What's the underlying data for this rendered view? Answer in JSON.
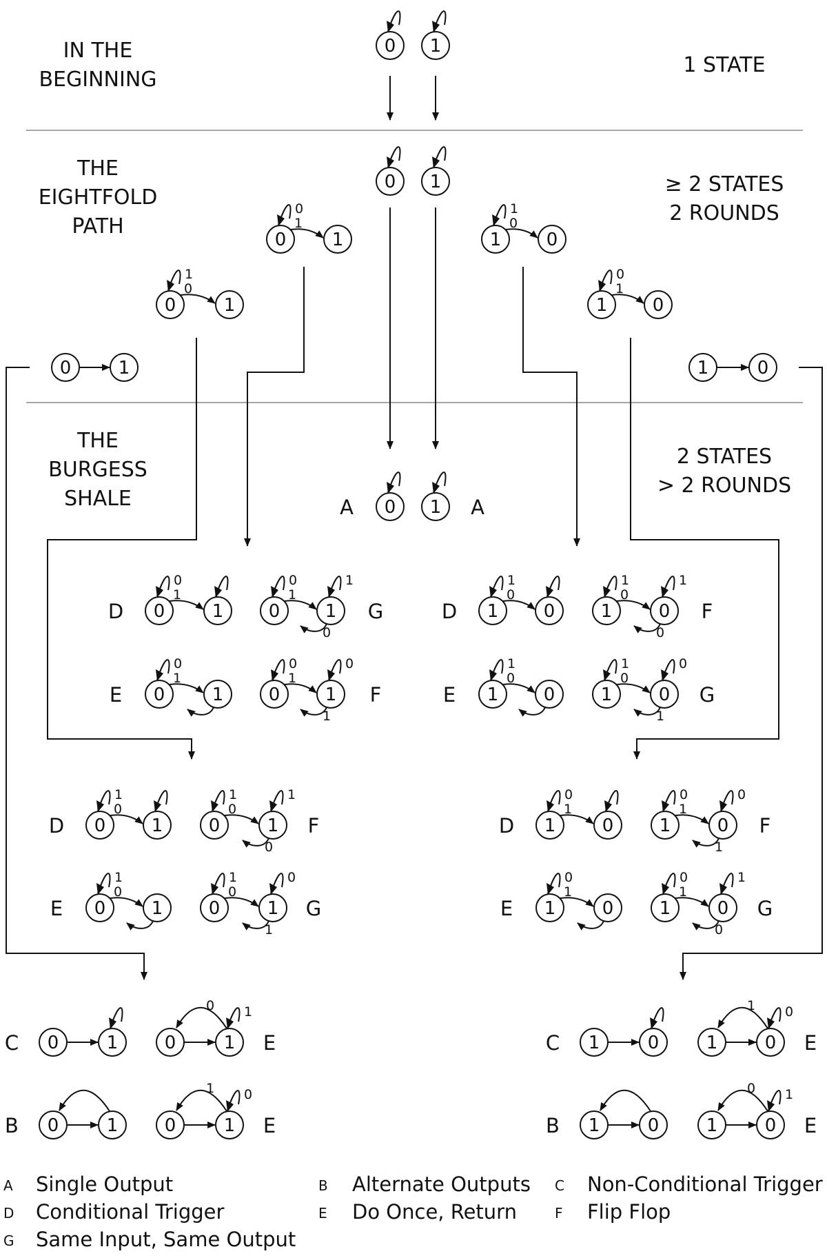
{
  "sections": {
    "beginning": {
      "title_lines": [
        "IN THE",
        "BEGINNING"
      ],
      "note_lines": [
        "1 STATE"
      ]
    },
    "eightfold": {
      "title_lines": [
        "THE",
        "EIGHTFOLD",
        "PATH"
      ],
      "note_lines": [
        "≥ 2 STATES",
        "2 ROUNDS"
      ]
    },
    "burgess": {
      "title_lines": [
        "THE",
        "BURGESS",
        "SHALE"
      ],
      "note_lines": [
        "2 STATES",
        "> 2 ROUNDS"
      ]
    }
  },
  "legend": [
    {
      "key": "A",
      "text": "Single Output"
    },
    {
      "key": "B",
      "text": "Alternate Outputs"
    },
    {
      "key": "C",
      "text": "Non-Conditional Trigger"
    },
    {
      "key": "D",
      "text": "Conditional Trigger"
    },
    {
      "key": "E",
      "text": "Do Once, Return"
    },
    {
      "key": "F",
      "text": "Flip Flop"
    },
    {
      "key": "G",
      "text": "Same Input, Same Output"
    }
  ],
  "machines": [
    {
      "nodes": [
        "0"
      ],
      "loops": [
        [
          0,
          ""
        ]
      ]
    },
    {
      "nodes": [
        "1"
      ],
      "loops": [
        [
          0,
          ""
        ]
      ]
    },
    {
      "nodes": [
        "0"
      ],
      "loops": [
        [
          0,
          ""
        ]
      ]
    },
    {
      "nodes": [
        "1"
      ],
      "loops": [
        [
          0,
          ""
        ]
      ]
    },
    {
      "nodes": [
        "0",
        "1"
      ],
      "trans": "1",
      "loops": [
        [
          0,
          "0"
        ]
      ]
    },
    {
      "nodes": [
        "1",
        "0"
      ],
      "trans": "0",
      "loops": [
        [
          0,
          "1"
        ]
      ]
    },
    {
      "nodes": [
        "0",
        "1"
      ],
      "trans": "0",
      "loops": [
        [
          0,
          "1"
        ]
      ]
    },
    {
      "nodes": [
        "1",
        "0"
      ],
      "trans": "1",
      "loops": [
        [
          0,
          "0"
        ]
      ]
    },
    {
      "nodes": [
        "0",
        "1"
      ],
      "trans": ""
    },
    {
      "nodes": [
        "1",
        "0"
      ],
      "trans": ""
    },
    {
      "nodes": [
        "0"
      ],
      "loops": [
        [
          0,
          ""
        ]
      ],
      "tag": "A"
    },
    {
      "nodes": [
        "1"
      ],
      "loops": [
        [
          0,
          ""
        ]
      ],
      "tag": "A"
    },
    {
      "nodes": [
        "0",
        "1"
      ],
      "trans": "1",
      "loops": [
        [
          0,
          "0"
        ],
        [
          1,
          ""
        ]
      ],
      "tag": "D"
    },
    {
      "nodes": [
        "0",
        "1"
      ],
      "trans": "1",
      "loops": [
        [
          0,
          "0"
        ],
        [
          1,
          "1"
        ]
      ],
      "back": "0",
      "tag": "G"
    },
    {
      "nodes": [
        "0",
        "1"
      ],
      "trans": "1",
      "loops": [
        [
          0,
          "0"
        ]
      ],
      "back": "",
      "tag": "E"
    },
    {
      "nodes": [
        "0",
        "1"
      ],
      "trans": "1",
      "loops": [
        [
          0,
          "0"
        ],
        [
          1,
          "0"
        ]
      ],
      "back": "1",
      "tag": "F"
    },
    {
      "nodes": [
        "1",
        "0"
      ],
      "trans": "0",
      "loops": [
        [
          0,
          "1"
        ],
        [
          1,
          ""
        ]
      ],
      "tag": "D"
    },
    {
      "nodes": [
        "1",
        "0"
      ],
      "trans": "0",
      "loops": [
        [
          0,
          "1"
        ],
        [
          1,
          "1"
        ]
      ],
      "back": "0",
      "tag": "F"
    },
    {
      "nodes": [
        "1",
        "0"
      ],
      "trans": "0",
      "loops": [
        [
          0,
          "1"
        ]
      ],
      "back": "",
      "tag": "E"
    },
    {
      "nodes": [
        "1",
        "0"
      ],
      "trans": "0",
      "loops": [
        [
          0,
          "1"
        ],
        [
          1,
          "0"
        ]
      ],
      "back": "1",
      "tag": "G"
    },
    {
      "nodes": [
        "0",
        "1"
      ],
      "trans": "0",
      "loops": [
        [
          0,
          "1"
        ],
        [
          1,
          ""
        ]
      ],
      "tag": "D"
    },
    {
      "nodes": [
        "0",
        "1"
      ],
      "trans": "0",
      "loops": [
        [
          0,
          "1"
        ],
        [
          1,
          "1"
        ]
      ],
      "back": "0",
      "tag": "F"
    },
    {
      "nodes": [
        "0",
        "1"
      ],
      "trans": "0",
      "loops": [
        [
          0,
          "1"
        ]
      ],
      "back": "",
      "tag": "E"
    },
    {
      "nodes": [
        "0",
        "1"
      ],
      "trans": "0",
      "loops": [
        [
          0,
          "1"
        ],
        [
          1,
          "0"
        ]
      ],
      "back": "1",
      "tag": "G"
    },
    {
      "nodes": [
        "1",
        "0"
      ],
      "trans": "1",
      "loops": [
        [
          0,
          "0"
        ],
        [
          1,
          ""
        ]
      ],
      "tag": "D"
    },
    {
      "nodes": [
        "1",
        "0"
      ],
      "trans": "1",
      "loops": [
        [
          0,
          "0"
        ],
        [
          1,
          "0"
        ]
      ],
      "back": "1",
      "tag": "F"
    },
    {
      "nodes": [
        "1",
        "0"
      ],
      "trans": "1",
      "loops": [
        [
          0,
          "0"
        ]
      ],
      "back": "",
      "tag": "E"
    },
    {
      "nodes": [
        "1",
        "0"
      ],
      "trans": "1",
      "loops": [
        [
          0,
          "0"
        ],
        [
          1,
          "1"
        ]
      ],
      "back": "0",
      "tag": "G"
    },
    {
      "nodes": [
        "0",
        "1"
      ],
      "trans": "",
      "loops": [
        [
          1,
          ""
        ]
      ],
      "tag": "C"
    },
    {
      "nodes": [
        "0",
        "1"
      ],
      "trans": "",
      "loops": [
        [
          1,
          "1"
        ]
      ],
      "over": "0",
      "tag": "E"
    },
    {
      "nodes": [
        "0",
        "1"
      ],
      "trans": "",
      "over": "",
      "tag": "B"
    },
    {
      "nodes": [
        "0",
        "1"
      ],
      "trans": "",
      "loops": [
        [
          1,
          "0"
        ]
      ],
      "over": "1",
      "tag": "E"
    },
    {
      "nodes": [
        "1",
        "0"
      ],
      "trans": "",
      "loops": [
        [
          1,
          ""
        ]
      ],
      "tag": "C"
    },
    {
      "nodes": [
        "1",
        "0"
      ],
      "trans": "",
      "loops": [
        [
          1,
          "0"
        ]
      ],
      "over": "1",
      "tag": "E"
    },
    {
      "nodes": [
        "1",
        "0"
      ],
      "trans": "",
      "over": "",
      "tag": "B"
    },
    {
      "nodes": [
        "1",
        "0"
      ],
      "trans": "",
      "loops": [
        [
          1,
          "1"
        ]
      ],
      "over": "0",
      "tag": "E"
    }
  ]
}
